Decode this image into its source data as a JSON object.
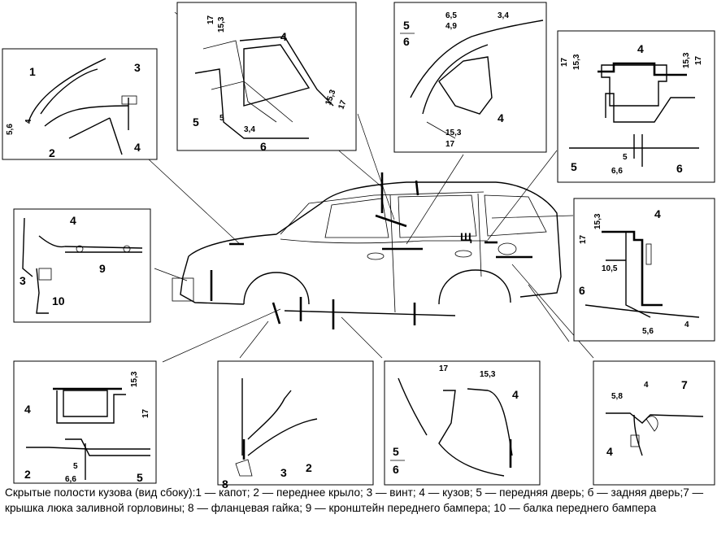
{
  "caption": "Скрытые полости кузова (вид сбоку):1 — капот; 2 — переднее крыло; 3 — винт; 4 — кузов; 5 — передняя дверь; б — задняя дверь;7 — крышка люка заливной горловины; 8 — фланцевая гайка; 9 — кронштейн переднего бампера; 10 — балка переднего бампера",
  "car_marker": "Щ",
  "panels": {
    "hood": {
      "labels": [
        "1",
        "3",
        "2",
        "4"
      ],
      "dims": [
        "5,6",
        "4"
      ]
    },
    "front_door_top": {
      "labels": [
        "4",
        "5",
        "6"
      ],
      "dims": [
        "17",
        "15,3",
        "15,3",
        "17",
        "5",
        "3,4"
      ]
    },
    "rear_door_top": {
      "labels": [
        "5",
        "6",
        "4"
      ],
      "dims": [
        "6,5",
        "4,9",
        "3,4",
        "15,3",
        "17"
      ]
    },
    "rear_door_rear": {
      "labels": [
        "4",
        "5",
        "6"
      ],
      "dims": [
        "17",
        "15,3",
        "15,3",
        "17",
        "5",
        "6,6"
      ]
    },
    "rear_door_bottom": {
      "labels": [
        "4",
        "6"
      ],
      "dims": [
        "15,3",
        "17",
        "10,5",
        "5,6",
        "4"
      ]
    },
    "bumper": {
      "labels": [
        "4",
        "3",
        "9",
        "10"
      ]
    },
    "front_door_bottom": {
      "labels": [
        "4",
        "2",
        "5"
      ],
      "dims": [
        "15,3",
        "17",
        "5",
        "6,6"
      ]
    },
    "fender": {
      "labels": [
        "8",
        "3",
        "2"
      ]
    },
    "door_gap": {
      "labels": [
        "4",
        "5",
        "6"
      ],
      "dims": [
        "17",
        "15,3"
      ]
    },
    "fuel": {
      "labels": [
        "7",
        "4"
      ],
      "dims": [
        "5,8",
        "4"
      ]
    }
  }
}
